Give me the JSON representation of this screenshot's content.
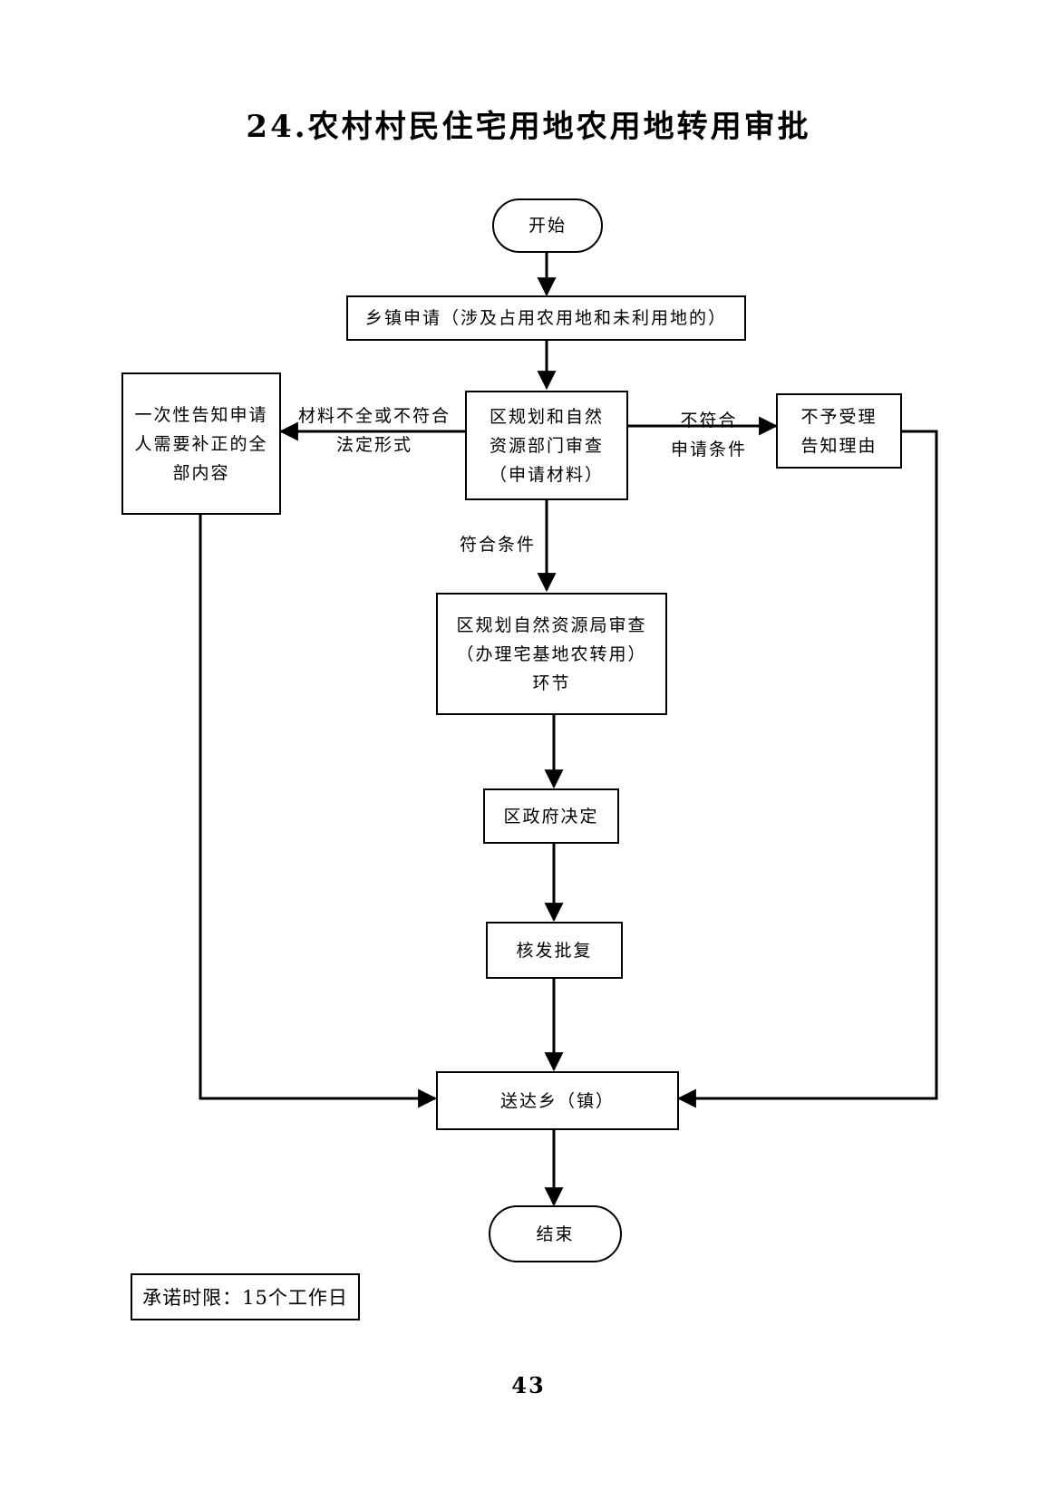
{
  "title": "24.农村村民住宅用地农用地转用审批",
  "nodes": {
    "start": "开始",
    "town_apply": "乡镇申请（涉及占用农用地和未利用地的）",
    "review": [
      "区规划和自然",
      "资源部门审查",
      "（申请材料）"
    ],
    "notify": [
      "一次性告知申请",
      "人需要补正的全",
      "部内容"
    ],
    "reject": [
      "不予受理",
      "告知理由"
    ],
    "bureau": [
      "区规划自然资源局审查",
      "（办理宅基地农转用）",
      "环节"
    ],
    "decision": "区政府决定",
    "issue": "核发批复",
    "deliver": "送达乡（镇）",
    "end": "结束"
  },
  "edge_labels": {
    "incomplete": [
      "材料不全或不符合",
      "法定形式"
    ],
    "not_qualified": [
      "不符合",
      "申请条件"
    ],
    "qualified": "符合条件"
  },
  "promise": "承诺时限：15个工作日",
  "page_number": "43"
}
